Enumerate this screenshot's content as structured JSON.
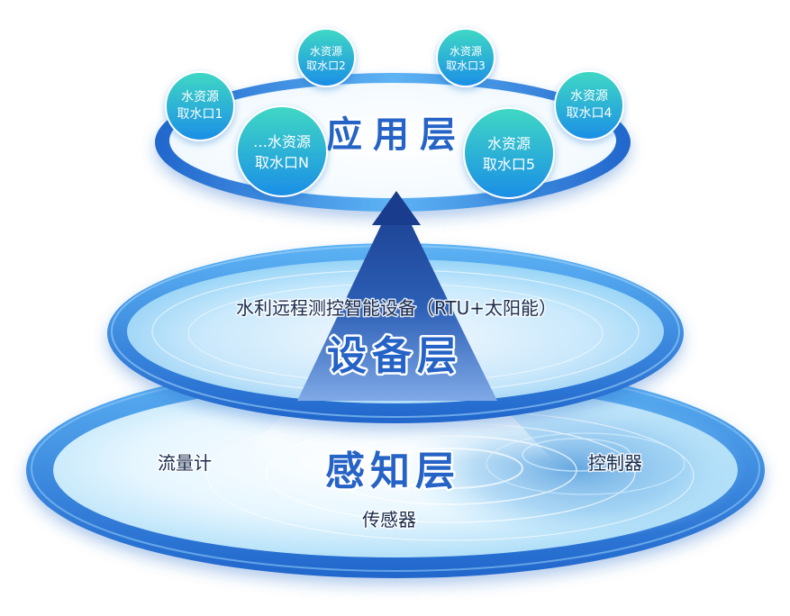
{
  "layers": {
    "application": {
      "title": "应用层"
    },
    "device": {
      "title": "设备层",
      "subtitle": "水利远程测控智能设备（RTU+太阳能）"
    },
    "perception": {
      "title": "感知层",
      "left_label": "流量计",
      "right_label": "控制器",
      "bottom_label": "传感器"
    }
  },
  "bubbles": [
    {
      "line1": "水资源",
      "line2": "取水口1"
    },
    {
      "line1": "水资源",
      "line2": "取水口2"
    },
    {
      "line1": "水资源",
      "line2": "取水口3"
    },
    {
      "line1": "水资源",
      "line2": "取水口4"
    },
    {
      "line1": "…水资源",
      "line2": "取水口N"
    },
    {
      "line1": "水资源",
      "line2": "取水口5"
    }
  ],
  "colors": {
    "ring_light": "#5db3f4",
    "ring_dark": "#2166cc",
    "bubble_top": "#3fd8c4",
    "bubble_bottom": "#1b8ee6",
    "title_blue": "#2563c6",
    "label_dark": "#1b2b4b",
    "arrow_top": "#1a3c8c",
    "arrow_bottom": "#7fa9e6"
  }
}
